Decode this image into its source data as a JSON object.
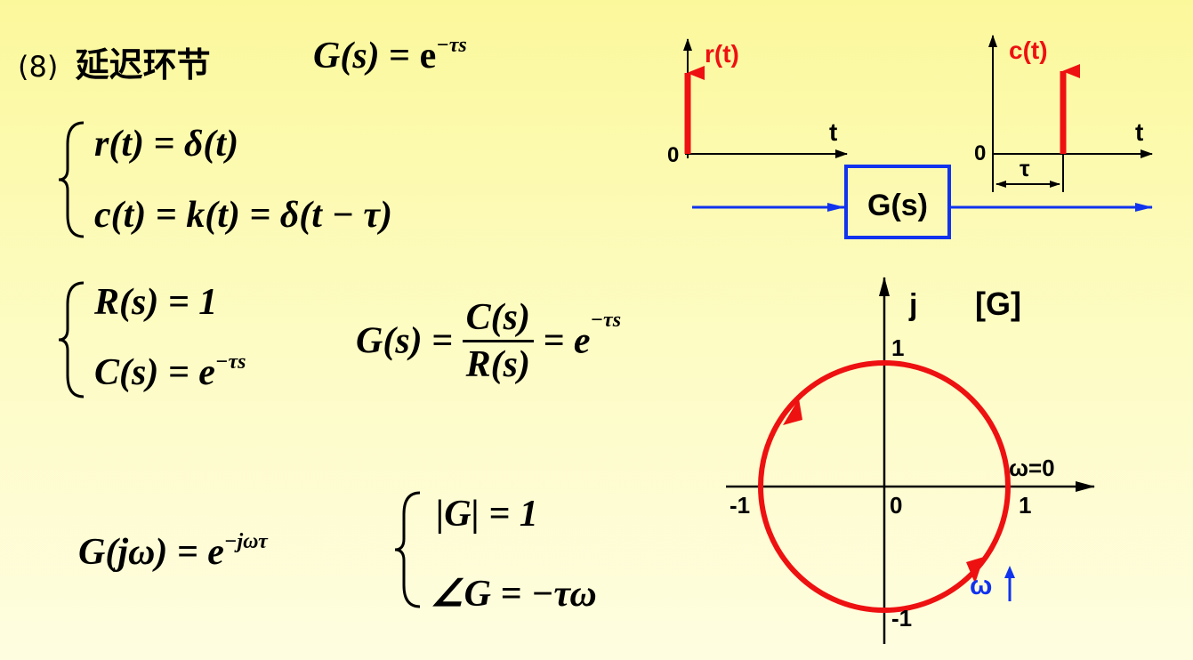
{
  "title": {
    "num": "(8)",
    "name": "延迟环节",
    "gs": "G(s)",
    "eq": " = e",
    "exp": "−τs"
  },
  "time_domain": {
    "r_eq": "r(t) = δ(t)",
    "c_eq": "c(t) = k(t) = δ(t − τ)"
  },
  "s_domain": {
    "R_eq": "R(s) = 1",
    "C_eq": "C(s) = e",
    "C_exp": "−τs",
    "G_lhs": "G(s) =",
    "num": "C(s)",
    "den": "R(s)",
    "G_rhs": "= e",
    "G_exp": "−τs"
  },
  "freq": {
    "lhs": "G(jω) = e",
    "exp": "−jωτ",
    "mag": "|G| = 1",
    "phase": "∠G = −τω"
  },
  "block_diagram": {
    "input_label": "r(t)",
    "output_label": "c(t)",
    "t_label_in": "t",
    "t_label_out": "t",
    "zero_in": "0",
    "zero_out": "0",
    "tau": "τ",
    "block": "G(s)"
  },
  "nyquist": {
    "j_label": "j",
    "plane_label": "[G]",
    "one_top": "1",
    "minus_one_left": "-1",
    "origin": "0",
    "one_right": "1",
    "minus_one_bottom": "-1",
    "omega_zero": "ω=0",
    "omega": "ω"
  },
  "colors": {
    "impulse": "#ee1111",
    "signal_line": "#1133ee",
    "block_border": "#1133ee",
    "omega_label": "#1133ee",
    "circle": "#ee1111"
  }
}
